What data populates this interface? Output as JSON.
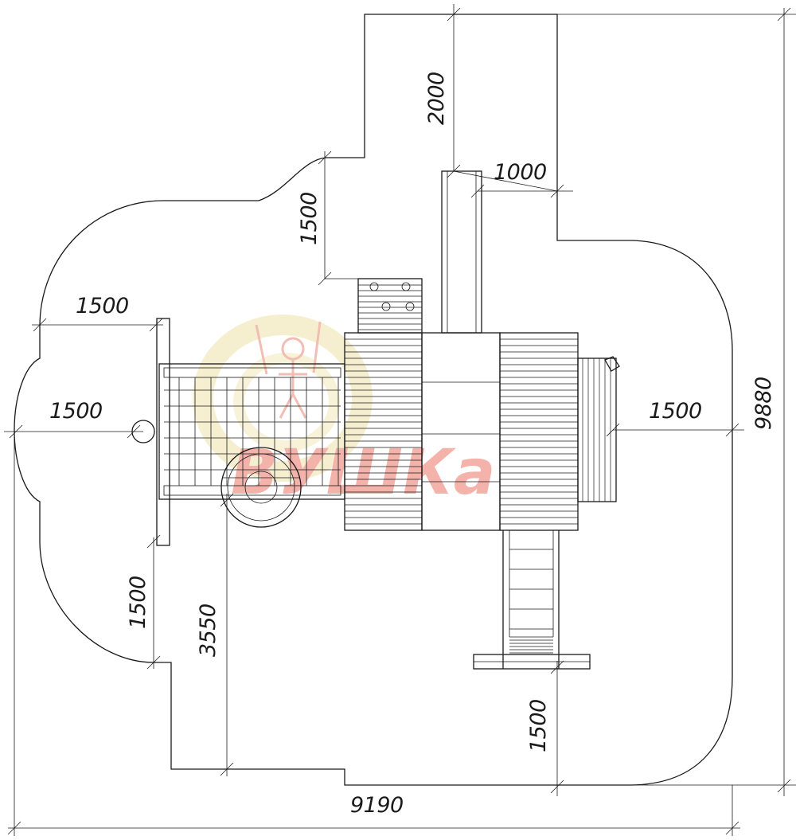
{
  "drawing": {
    "dimensions": {
      "d_2000": "2000",
      "d_1000": "1000",
      "d_1500_top_left": "1500",
      "d_1500_left_upper": "1500",
      "d_1500_left_mid": "1500",
      "d_1500_right": "1500",
      "d_1500_left_lower": "1500",
      "d_3550": "3550",
      "d_1500_bottom": "1500",
      "d_9190": "9190",
      "d_9880": "9880"
    },
    "watermark": {
      "text": "ВУШКа",
      "colors": {
        "text": "#f2a59c",
        "swirl": "#f4edc8",
        "figure": "#f0b2a6"
      }
    },
    "colors": {
      "line": "#1a1a1a",
      "background": "#ffffff"
    }
  }
}
